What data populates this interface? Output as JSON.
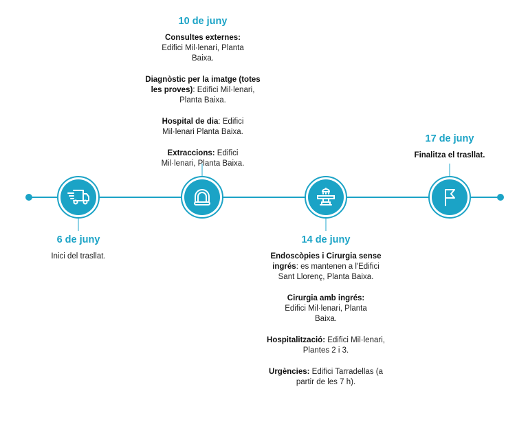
{
  "colors": {
    "accent": "#1ba3c6"
  },
  "events": [
    {
      "date": "6 de juny",
      "icon": "truck-icon",
      "items": [
        {
          "bold": "",
          "text": "Inici del trasllat."
        }
      ]
    },
    {
      "date": "10 de juny",
      "icon": "mri-scanner-icon",
      "items": [
        {
          "bold": "Consultes externes:",
          "text": " Edifici Mil·lenari, Planta Baixa."
        },
        {
          "bold": "Diagnòstic per la imatge (totes les proves)",
          "text": ": Edifici Mil·lenari, Planta Baixa."
        },
        {
          "bold": "Hospital de dia",
          "text": ": Edifici Mil·lenari Planta Baixa."
        },
        {
          "bold": "Extraccions:",
          "text": " Edifici Mil·lenari, Planta Baixa."
        }
      ]
    },
    {
      "date": "14 de juny",
      "icon": "operating-table-icon",
      "items": [
        {
          "bold": "Endoscòpies i Cirurgia sense ingrés",
          "text": ": es mantenen a l'Edifici Sant Llorenç, Planta Baixa."
        },
        {
          "bold": "Cirurgia amb ingrés:",
          "text": " Edifici Mil·lenari, Planta Baixa."
        },
        {
          "bold": "Hospitalització:",
          "text": " Edifici Mil·lenari, Plantes 2 i 3."
        },
        {
          "bold": "Urgències:",
          "text": " Edifici Tarradellas (a partir de les 7 h)."
        }
      ]
    },
    {
      "date": "17 de juny",
      "icon": "flag-icon",
      "items": [
        {
          "bold": "Finalitza el trasllat.",
          "text": ""
        }
      ]
    }
  ]
}
